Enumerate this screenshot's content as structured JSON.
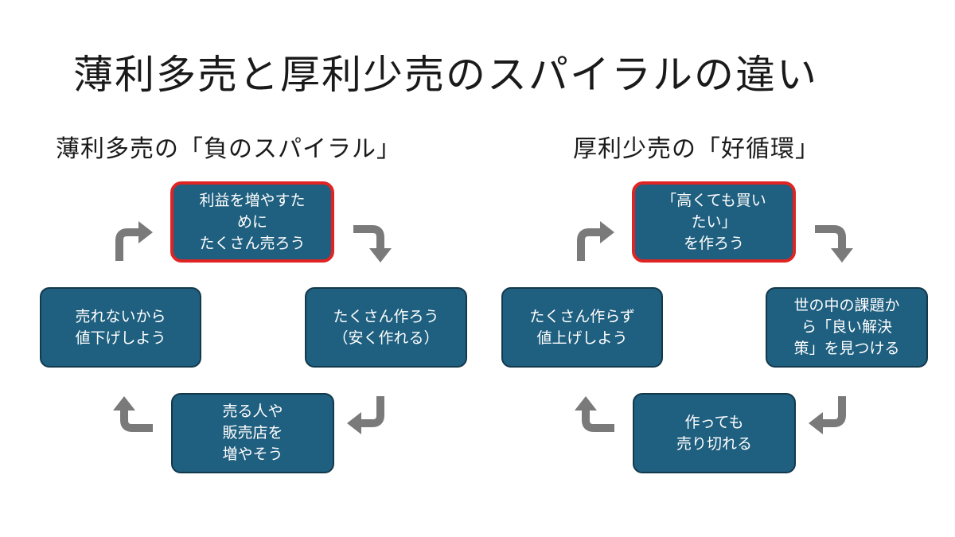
{
  "title": "薄利多売と厚利少売のスパイラルの違い",
  "left_cycle": {
    "heading": "薄利多売の「負のスパイラル」",
    "nodes": [
      "利益を増やすた\nめに\nたくさん売ろう",
      "たくさん作ろう\n（安く作れる）",
      "売る人や\n販売店を\n増やそう",
      "売れないから\n値下げしよう"
    ]
  },
  "right_cycle": {
    "heading": "厚利少売の「好循環」",
    "nodes": [
      "「高くても買い\nたい」\nを作ろう",
      "世の中の課題か\nら「良い解決\n策」を見つける",
      "作っても\n売り切れる",
      "たくさん作らず\n値上げしよう"
    ]
  },
  "colors": {
    "node_fill": "#1f5f7f",
    "node_border": "#13394c",
    "highlight_border": "#e02424",
    "arrow": "#7a7a7a"
  }
}
